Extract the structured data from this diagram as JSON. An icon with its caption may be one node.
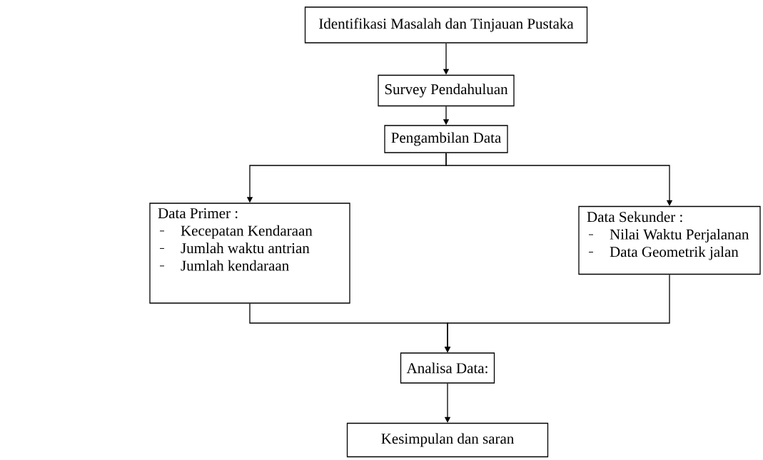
{
  "diagram": {
    "nodes": [
      {
        "text": [
          "Identifikasi Masalah dan Tinjauan Pustaka"
        ]
      },
      {
        "text": [
          "Survey Pendahuluan"
        ]
      },
      {
        "text": [
          "Pengambilan Data"
        ]
      },
      {
        "text": [
          "Data Primer :",
          "Kecepatan Kendaraan",
          "Jumlah waktu antrian",
          "Jumlah kendaraan"
        ]
      },
      {
        "text": [
          "Data Sekunder :",
          "Nilai Waktu Perjalanan",
          "Data Geometrik jalan"
        ]
      },
      {
        "text": [
          "Analisa Data:"
        ]
      },
      {
        "text": [
          "Kesimpulan dan saran"
        ]
      }
    ],
    "edges": [
      {
        "from": 0,
        "to": 1,
        "arrow": "to"
      },
      {
        "from": 1,
        "to": 2,
        "arrow": "to"
      },
      {
        "from": 2,
        "to": 3,
        "arrow": "to"
      },
      {
        "from": 2,
        "to": 4,
        "arrow": "to"
      },
      {
        "from": 3,
        "to": 5,
        "arrow": "to"
      },
      {
        "from": 4,
        "to": 5,
        "arrow": "to"
      },
      {
        "from": 5,
        "to": 6,
        "arrow": "to"
      }
    ]
  }
}
